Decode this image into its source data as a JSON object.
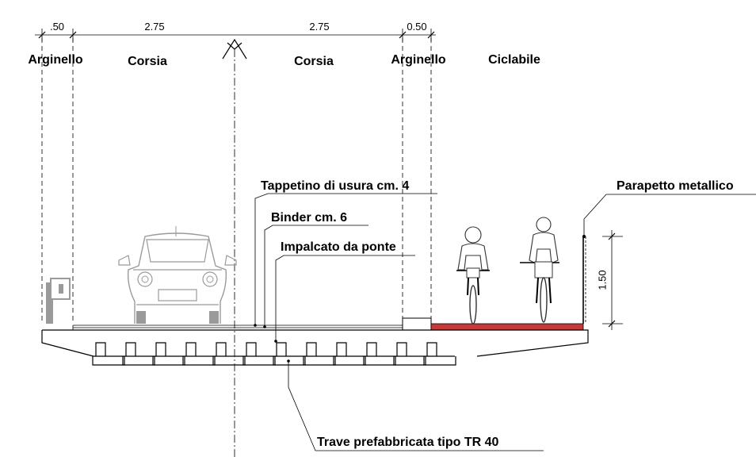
{
  "dimensions": {
    "arginello_left": ".50",
    "corsia_left": "2.75",
    "corsia_right": "2.75",
    "arginello_right": "0.50",
    "parapet_height": "1.50"
  },
  "zones": {
    "arginello_left": "Arginello",
    "corsia_left": "Corsia",
    "corsia_right": "Corsia",
    "arginello_right": "Arginello",
    "ciclabile": "Ciclabile"
  },
  "callouts": {
    "tappetino": "Tappetino di usura cm. 4",
    "binder": "Binder cm. 6",
    "impalcato": "Impalcato da ponte",
    "parapetto": "Parapetto metallico",
    "trave": "Trave prefabbricata tipo TR 40"
  },
  "colors": {
    "cycle_lane": "#c23a3a",
    "line": "#000000",
    "grey": "#9a9a9a"
  }
}
